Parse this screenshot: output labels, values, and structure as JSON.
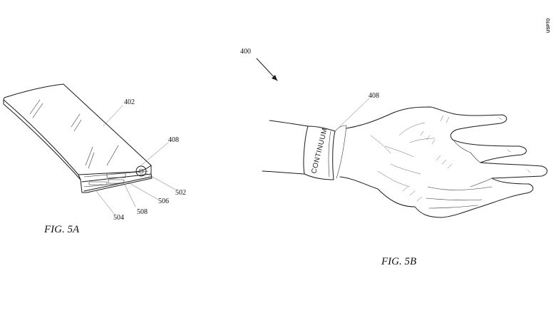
{
  "watermark": "USPTO",
  "figures": [
    {
      "caption": "FIG. 5A",
      "references": [
        "402",
        "408",
        "502",
        "504",
        "506",
        "508"
      ]
    },
    {
      "caption": "FIG. 5B",
      "references": [
        "400",
        "408"
      ],
      "band_text": "CONTINUUM"
    }
  ]
}
